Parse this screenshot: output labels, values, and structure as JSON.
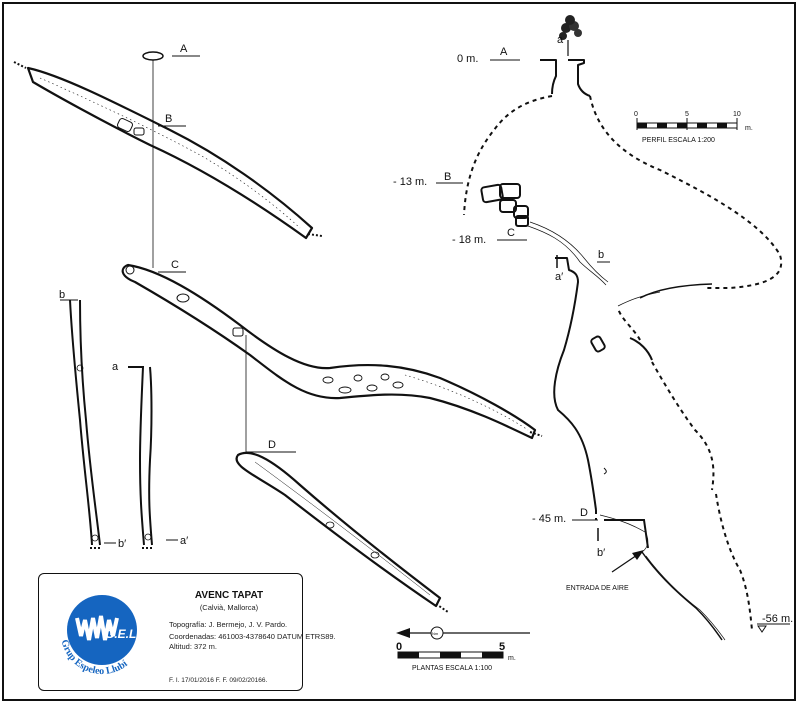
{
  "profile": {
    "depths": {
      "d0": "0 m.",
      "d13": "- 13 m.",
      "d18": "- 18 m.",
      "d45": "- 45 m.",
      "d56": "-56 m."
    },
    "sections": {
      "A": "A",
      "B": "B",
      "C": "C",
      "D": "D",
      "a": "a",
      "a_prime": "a′",
      "b": "b",
      "b_prime": "b′"
    },
    "air_entry": "ENTRADA  DE AIRE",
    "scale": {
      "t0": "0",
      "t5": "5",
      "t10": "10",
      "unit": "m.",
      "label": "PERFIL ESCALA 1:200"
    }
  },
  "plan": {
    "sections": {
      "A": "A",
      "B": "B",
      "C": "C",
      "D": "D",
      "a": "a",
      "a_prime": "a′",
      "b": "b",
      "b_prime": "b′"
    },
    "scale": {
      "t0": "0",
      "t5": "5",
      "unit": "m.",
      "label": "PLANTAS ESCALA 1:100"
    },
    "north": "Nm"
  },
  "info": {
    "title": "AVENC TAPAT",
    "location": "(Calvià, Mallorca)",
    "topography": "Topografía: J. Bermejo, J. V. Pardo.",
    "coordinates": "Coordenadas:  461003-4378640  DATUM ETRS89.",
    "altitude": "Altitud: 372 m.",
    "dates": "F. I. 17/01/2016   F. F. 09/02/20166.",
    "logo": {
      "text": "G.E.LL.",
      "ring": "Grup Espeleo Llubí",
      "color": "#1565c0"
    }
  }
}
